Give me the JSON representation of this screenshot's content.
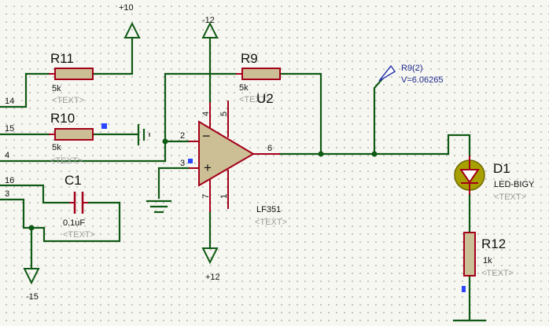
{
  "supplies": {
    "pos10": "+10",
    "neg12": "-12",
    "pos12": "+12",
    "neg15": "-15"
  },
  "nets": [
    "14",
    "15",
    "4",
    "16",
    "3"
  ],
  "resistors": {
    "r11": {
      "ref": "R11",
      "value": "5k",
      "text": "<TEXT>"
    },
    "r10": {
      "ref": "R10",
      "value": "5k",
      "text": "<TEXT>"
    },
    "r9": {
      "ref": "R9",
      "value": "5k",
      "text": "<TEXT>"
    },
    "r12": {
      "ref": "R12",
      "value": "1k",
      "text": "<TEXT>"
    }
  },
  "capacitor": {
    "ref": "C1",
    "value": "0.1uF",
    "text": "<TEXT>"
  },
  "opamp": {
    "ref": "U2",
    "part": "LF351",
    "text": "<TEXT>",
    "pins": {
      "inv": "2",
      "noninv": "3",
      "out": "6",
      "p4": "4",
      "p5": "5",
      "p7": "7",
      "p1": "1"
    },
    "minus": "−",
    "plus": "+"
  },
  "diode": {
    "ref": "D1",
    "part": "LED-BIGY",
    "text": "<TEXT>"
  },
  "probe": {
    "name": "R9(2)",
    "voltage": "V=6.06265"
  },
  "colors": {
    "wire": "#0f5a14",
    "component": "#a3001a",
    "body": "#cdbf95",
    "led": "#a8a000"
  }
}
